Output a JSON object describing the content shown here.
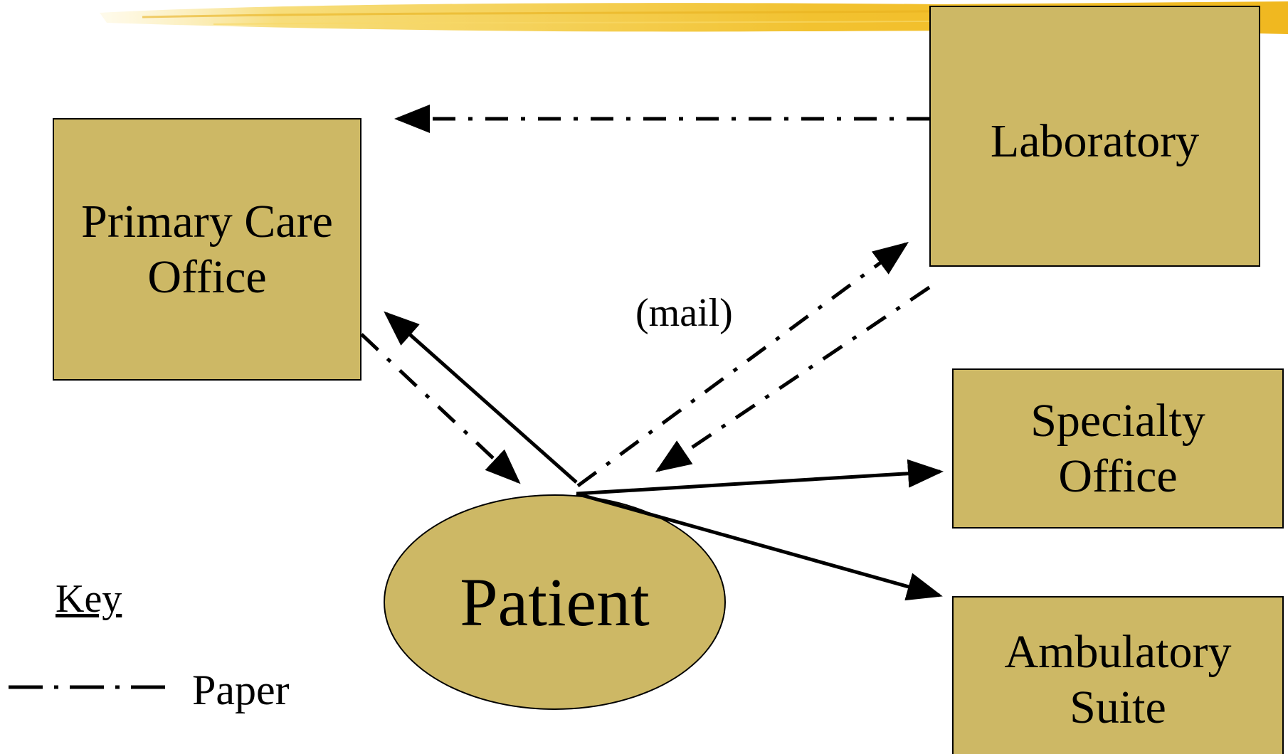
{
  "nodes": {
    "primary_care": {
      "line1": "Primary Care",
      "line2": "Office"
    },
    "laboratory": {
      "label": "Laboratory"
    },
    "specialty": {
      "line1": "Specialty",
      "line2": "Office"
    },
    "ambulatory": {
      "line1": "Ambulatory",
      "line2": "Suite"
    },
    "patient": {
      "label": "Patient"
    }
  },
  "edge_labels": {
    "mail": "(mail)"
  },
  "key": {
    "title": "Key",
    "paper_label": "Paper"
  },
  "colors": {
    "box_fill": "#cdb865",
    "header_brush": "#f2c230",
    "line": "#000000"
  }
}
